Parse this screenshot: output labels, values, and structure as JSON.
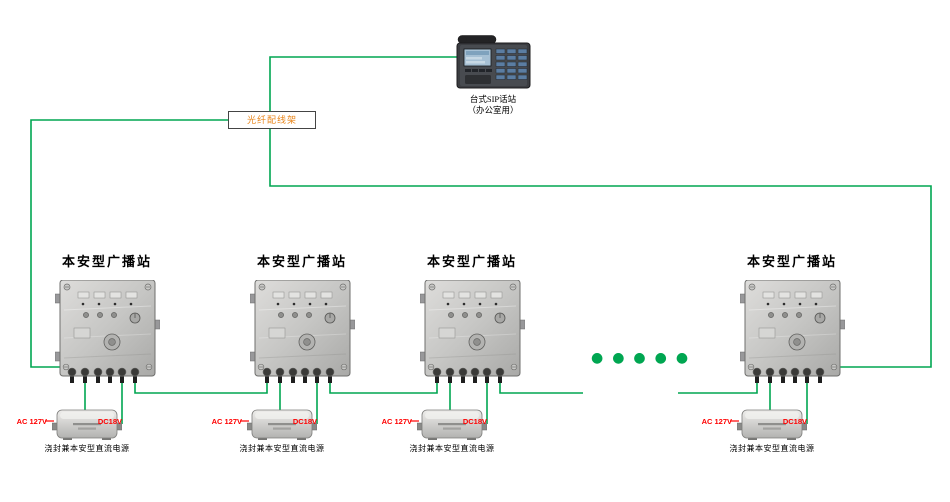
{
  "colors": {
    "line_green": "#00a651",
    "label_orange": "#e8851a",
    "label_red": "#ff0000"
  },
  "phone": {
    "caption_line1": "台式SIP话站",
    "caption_line2": "（办公室用）"
  },
  "patch_panel": {
    "label": "光纤配线架"
  },
  "stations": [
    {
      "title": "本安型广播站"
    },
    {
      "title": "本安型广播站"
    },
    {
      "title": "本安型广播站"
    },
    {
      "title": "本安型广播站"
    }
  ],
  "power_supplies": [
    {
      "ac_label": "AC 127V",
      "dc_label": "DC18V",
      "caption": "浇封兼本安型直流电源"
    },
    {
      "ac_label": "AC 127V",
      "dc_label": "DC18V",
      "caption": "浇封兼本安型直流电源"
    },
    {
      "ac_label": "AC 127V",
      "dc_label": "DC18V",
      "caption": "浇封兼本安型直流电源"
    },
    {
      "ac_label": "AC 127V",
      "dc_label": "DC18V",
      "caption": "浇封兼本安型直流电源"
    }
  ],
  "continuation": {
    "dots": "●●●●●"
  }
}
